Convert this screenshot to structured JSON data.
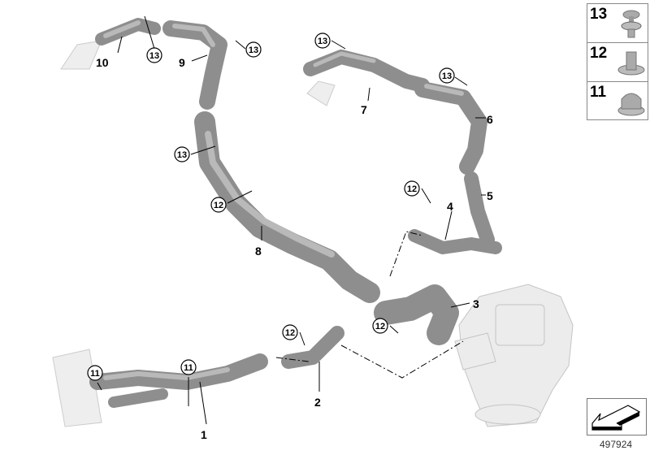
{
  "diagram": {
    "id": "497924",
    "parts": [
      {
        "label": "1"
      },
      {
        "label": "2"
      },
      {
        "label": "3"
      },
      {
        "label": "4"
      },
      {
        "label": "5"
      },
      {
        "label": "6"
      },
      {
        "label": "7"
      },
      {
        "label": "8"
      },
      {
        "label": "9"
      },
      {
        "label": "10"
      }
    ],
    "fastener_callouts": {
      "c13": "13",
      "c12": "12",
      "c11": "11"
    },
    "legend": [
      {
        "label": "13",
        "icon": "push-rivet-icon"
      },
      {
        "label": "12",
        "icon": "hex-nut-flange-icon"
      },
      {
        "label": "11",
        "icon": "cap-nut-icon"
      }
    ],
    "colors": {
      "part": "#8e8e8e",
      "highlight": "#b9b9b9",
      "line": "#000000"
    }
  }
}
